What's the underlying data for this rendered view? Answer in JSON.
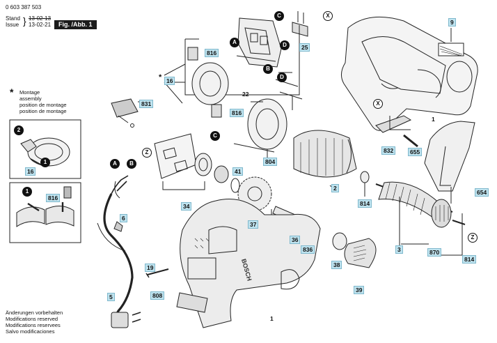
{
  "header": {
    "doc_number": "0 603 387 503",
    "stand_label": "Stand",
    "issue_label": "Issue",
    "stand_date_struck": "13-02-13",
    "issue_date": "13-02-21",
    "figure_tag": "Fig. /Abb. 1"
  },
  "note": {
    "symbol": "*",
    "lines": [
      "Montage",
      "assembly",
      "position de montage",
      "position de montage"
    ]
  },
  "footer": {
    "lines": [
      "Änderungen vorbehalten",
      "Modifications reserved",
      "Modifications reservees",
      "Salvo modificaciones"
    ]
  },
  "labels": [
    {
      "id": "p9",
      "text": "9",
      "boxed": true
    },
    {
      "id": "p25",
      "text": "25",
      "boxed": true
    },
    {
      "id": "p816a",
      "text": "816",
      "boxed": true
    },
    {
      "id": "p16",
      "text": "16",
      "boxed": true
    },
    {
      "id": "p22",
      "text": "22",
      "boxed": false
    },
    {
      "id": "p816b",
      "text": "816",
      "boxed": true
    },
    {
      "id": "p831",
      "text": "831",
      "boxed": true
    },
    {
      "id": "p1a",
      "text": "1",
      "boxed": false
    },
    {
      "id": "p804",
      "text": "804",
      "boxed": true
    },
    {
      "id": "p832",
      "text": "832",
      "boxed": true
    },
    {
      "id": "p655",
      "text": "655",
      "boxed": true
    },
    {
      "id": "p2",
      "text": "2",
      "boxed": true
    },
    {
      "id": "p654",
      "text": "654",
      "boxed": true
    },
    {
      "id": "p41",
      "text": "41",
      "boxed": true
    },
    {
      "id": "p34",
      "text": "34",
      "boxed": true
    },
    {
      "id": "p6",
      "text": "6",
      "boxed": true
    },
    {
      "id": "p814a",
      "text": "814",
      "boxed": true
    },
    {
      "id": "p37",
      "text": "37",
      "boxed": true
    },
    {
      "id": "p36",
      "text": "36",
      "boxed": true
    },
    {
      "id": "p836",
      "text": "836",
      "boxed": true
    },
    {
      "id": "p3",
      "text": "3",
      "boxed": true
    },
    {
      "id": "p870",
      "text": "870",
      "boxed": true
    },
    {
      "id": "p814b",
      "text": "814",
      "boxed": true
    },
    {
      "id": "p38",
      "text": "38",
      "boxed": true
    },
    {
      "id": "p19",
      "text": "19",
      "boxed": true
    },
    {
      "id": "p39",
      "text": "39",
      "boxed": true
    },
    {
      "id": "p5",
      "text": "5",
      "boxed": true
    },
    {
      "id": "p808",
      "text": "808",
      "boxed": true
    },
    {
      "id": "p1b",
      "text": "1",
      "boxed": false
    },
    {
      "id": "inset16",
      "text": "16",
      "boxed": true
    },
    {
      "id": "inset816",
      "text": "816",
      "boxed": true
    }
  ],
  "markers": [
    {
      "id": "mC1",
      "text": "C",
      "style": "dark"
    },
    {
      "id": "mX1",
      "text": "X",
      "style": "ring"
    },
    {
      "id": "mA1",
      "text": "A",
      "style": "dark"
    },
    {
      "id": "mD1",
      "text": "D",
      "style": "dark"
    },
    {
      "id": "mB1",
      "text": "B",
      "style": "dark"
    },
    {
      "id": "mD2",
      "text": "D",
      "style": "dark"
    },
    {
      "id": "mX2",
      "text": "X",
      "style": "ring"
    },
    {
      "id": "mC2",
      "text": "C",
      "style": "dark"
    },
    {
      "id": "mZ1",
      "text": "Z",
      "style": "ring"
    },
    {
      "id": "mA2",
      "text": "A",
      "style": "dark"
    },
    {
      "id": "mB2",
      "text": "B",
      "style": "dark"
    },
    {
      "id": "mZ2",
      "text": "Z",
      "style": "ring"
    },
    {
      "id": "inset2",
      "text": "2",
      "style": "dark"
    },
    {
      "id": "inset1a",
      "text": "1",
      "style": "dark"
    },
    {
      "id": "inset1b",
      "text": "1",
      "style": "dark"
    }
  ],
  "brand_text": "BOSCH"
}
